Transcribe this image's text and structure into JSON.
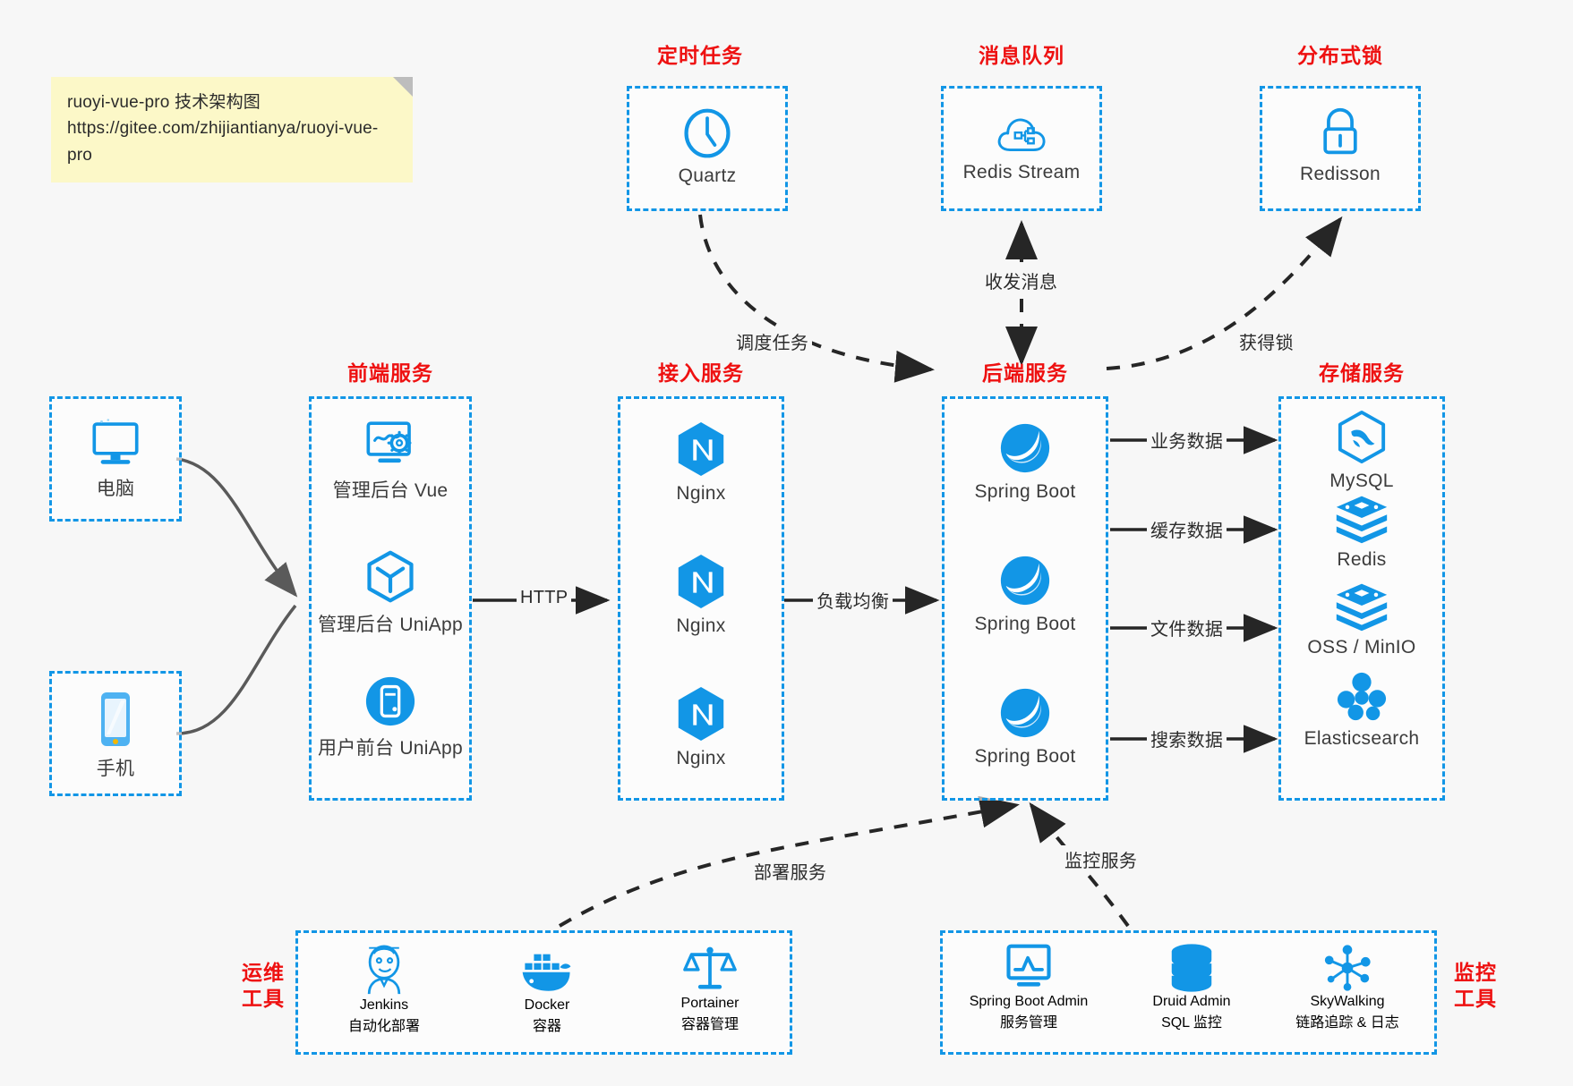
{
  "note": {
    "line1": "ruoyi-vue-pro 技术架构图",
    "line2": "https://gitee.com/zhijiantianya/ruoyi-vue-pro"
  },
  "colors": {
    "accent_blue": "#1296e6",
    "title_red": "#ee1111",
    "note_yellow": "#fcf8c8",
    "background": "#f7f7f7",
    "edge_dark": "#262626",
    "edge_gray": "#5a5a5a"
  },
  "groups": {
    "scheduled_task": {
      "title": "定时任务"
    },
    "message_queue": {
      "title": "消息队列"
    },
    "distributed_lock": {
      "title": "分布式锁"
    },
    "frontend": {
      "title": "前端服务"
    },
    "gateway": {
      "title": "接入服务"
    },
    "backend": {
      "title": "后端服务"
    },
    "storage": {
      "title": "存储服务"
    },
    "devops": {
      "title_line1": "运维",
      "title_line2": "工具"
    },
    "monitoring": {
      "title_line1": "监控",
      "title_line2": "工具"
    }
  },
  "nodes": {
    "quartz": {
      "label": "Quartz",
      "icon": "clock-icon"
    },
    "redis_stream": {
      "label": "Redis Stream",
      "icon": "cloud-network-icon"
    },
    "redisson": {
      "label": "Redisson",
      "icon": "lock-icon"
    },
    "computer": {
      "label": "电脑",
      "icon": "desktop-monitor-icon"
    },
    "phone": {
      "label": "手机",
      "icon": "smartphone-icon"
    },
    "admin_vue": {
      "label": "管理后台 Vue",
      "icon": "dashboard-gear-icon"
    },
    "admin_uniapp": {
      "label": "管理后台 UniApp",
      "icon": "uniapp-cube-icon"
    },
    "user_uniapp": {
      "label": "用户前台 UniApp",
      "icon": "mobile-circle-icon"
    },
    "nginx_1": {
      "label": "Nginx",
      "icon": "nginx-hexagon-icon"
    },
    "nginx_2": {
      "label": "Nginx",
      "icon": "nginx-hexagon-icon"
    },
    "nginx_3": {
      "label": "Nginx",
      "icon": "nginx-hexagon-icon"
    },
    "springboot_1": {
      "label": "Spring Boot",
      "icon": "spring-leaf-icon"
    },
    "springboot_2": {
      "label": "Spring Boot",
      "icon": "spring-leaf-icon"
    },
    "springboot_3": {
      "label": "Spring Boot",
      "icon": "spring-leaf-icon"
    },
    "mysql": {
      "label": "MySQL",
      "icon": "mysql-dolphin-icon"
    },
    "redis": {
      "label": "Redis",
      "icon": "redis-stack-icon"
    },
    "oss_minio": {
      "label": "OSS / MinIO",
      "icon": "object-storage-icon"
    },
    "elasticsearch": {
      "label": "Elasticsearch",
      "icon": "elasticsearch-cluster-icon"
    },
    "jenkins": {
      "label": "Jenkins",
      "sublabel": "自动化部署",
      "icon": "jenkins-butler-icon"
    },
    "docker": {
      "label": "Docker",
      "sublabel": "容器",
      "icon": "docker-whale-icon"
    },
    "portainer": {
      "label": "Portainer",
      "sublabel": "容器管理",
      "icon": "portainer-scales-icon"
    },
    "springboot_admin": {
      "label": "Spring Boot Admin",
      "sublabel": "服务管理",
      "icon": "monitor-chart-icon"
    },
    "druid_admin": {
      "label": "Druid Admin",
      "sublabel": "SQL 监控",
      "icon": "database-cylinder-icon"
    },
    "skywalking": {
      "label": "SkyWalking",
      "sublabel": "链路追踪 & 日志",
      "icon": "network-nodes-icon"
    }
  },
  "edges": {
    "schedule_task": "调度任务",
    "send_receive_message": "收发消息",
    "acquire_lock": "获得锁",
    "http": "HTTP",
    "load_balance": "负载均衡",
    "business_data": "业务数据",
    "cache_data": "缓存数据",
    "file_data": "文件数据",
    "search_data": "搜索数据",
    "deploy_service": "部署服务",
    "monitor_service": "监控服务"
  }
}
